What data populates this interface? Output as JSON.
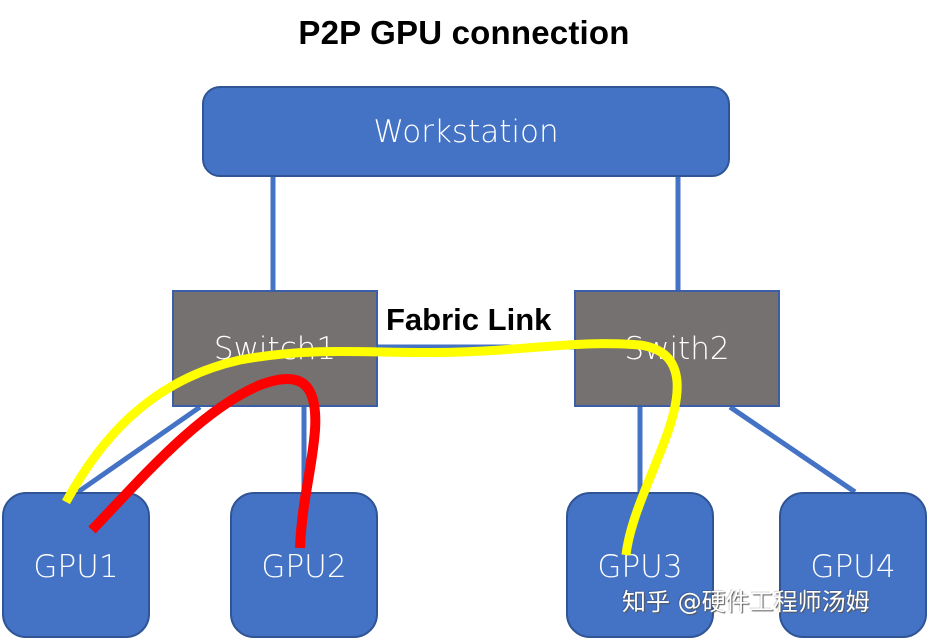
{
  "title": "P2P GPU  connection",
  "nodes": {
    "workstation": "Workstation",
    "switch1": "Switch1",
    "switch2": "Swith2",
    "gpu1": "GPU1",
    "gpu2": "GPU2",
    "gpu3": "GPU3",
    "gpu4": "GPU4"
  },
  "links": {
    "fabric_label": "Fabric Link"
  },
  "paths": [
    {
      "name": "red-path",
      "from": "GPU1",
      "to": "GPU2",
      "via": "Switch1",
      "color": "#ff0000"
    },
    {
      "name": "yellow-path",
      "from": "GPU1",
      "to": "GPU3",
      "via": "Switch1 → Fabric Link → Swith2",
      "color": "#ffff00"
    }
  ],
  "colors": {
    "node_blue": "#4472c4",
    "switch_gray": "#767171",
    "connector_blue": "#4472c4"
  },
  "watermark": "知乎 @硬件工程师汤姆"
}
